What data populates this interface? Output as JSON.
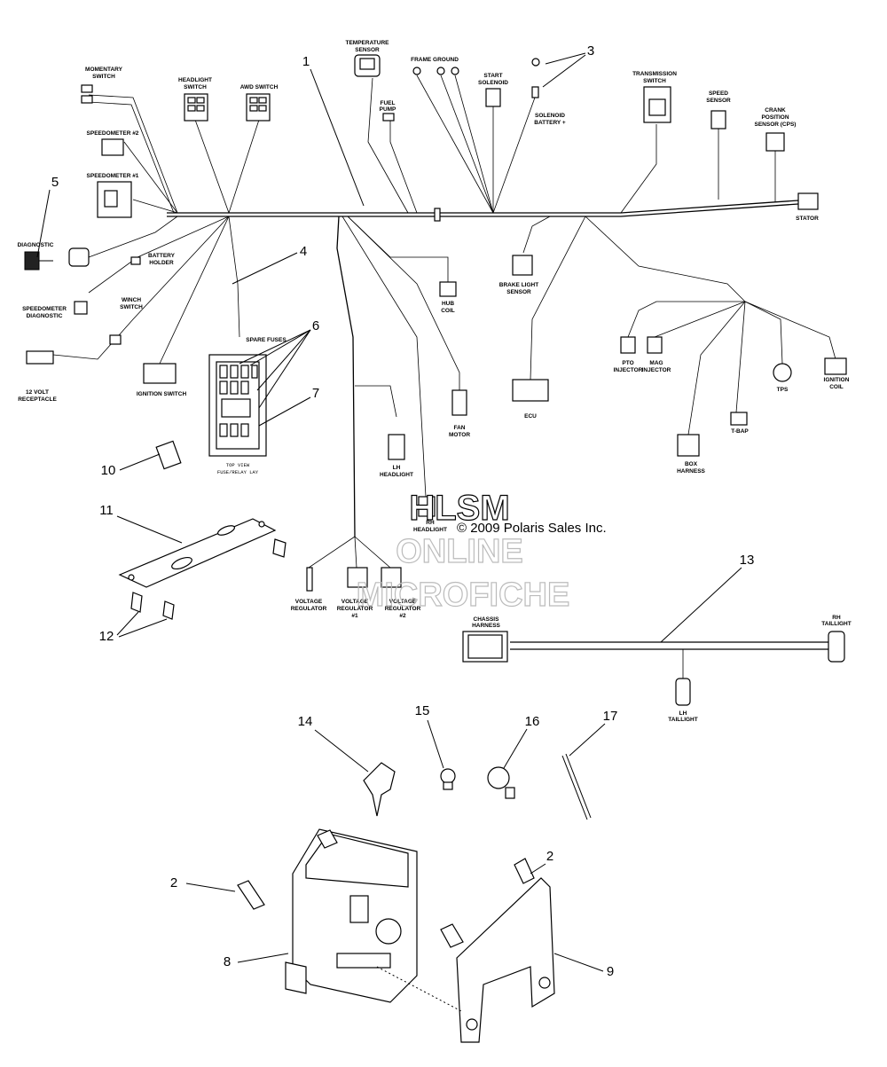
{
  "diagram": {
    "callouts": [
      "1",
      "2",
      "3",
      "4",
      "5",
      "6",
      "7",
      "8",
      "9",
      "10",
      "11",
      "12",
      "13",
      "14",
      "15",
      "16",
      "17"
    ],
    "labels": {
      "temperature_sensor": [
        "TEMPERATURE",
        "SENSOR"
      ],
      "frame_ground": "FRAME GROUND",
      "start_solenoid": [
        "START",
        "SOLENOID"
      ],
      "solenoid_battery": [
        "SOLENOID",
        "BATTERY +"
      ],
      "fuel_pump": [
        "FUEL",
        "PUMP"
      ],
      "momentary_switch": [
        "MOMENTARY",
        "SWITCH"
      ],
      "headlight_switch": [
        "HEADLIGHT",
        "SWITCH"
      ],
      "awd_switch": "AWD SWITCH",
      "speedometer_2": "SPEEDOMETER #2",
      "speedometer_1": "SPEEDOMETER #1",
      "diagnostic": "DIAGNOSTIC",
      "battery_holder": [
        "BATTERY",
        "HOLDER"
      ],
      "speedometer_diagnostic": [
        "SPEEDOMETER",
        "DIAGNOSTIC"
      ],
      "winch_switch": [
        "WINCH",
        "SWITCH"
      ],
      "twelve_volt": [
        "12 VOLT",
        "RECEPTACLE"
      ],
      "ignition_switch": "IGNITION SWITCH",
      "spare_fuses": "SPARE FUSES",
      "fuse_relay": [
        "TOP VIEW",
        "FUSE/RELAY LAY"
      ],
      "transmission_switch": [
        "TRANSMISSION",
        "SWITCH"
      ],
      "speed_sensor": [
        "SPEED",
        "SENSOR"
      ],
      "crank_sensor": [
        "CRANK",
        "POSITION",
        "SENSOR (CPS)"
      ],
      "stator": "STATOR",
      "brake_light_sensor": [
        "BRAKE LIGHT",
        "SENSOR"
      ],
      "hub_coil": [
        "HUB",
        "COIL"
      ],
      "fan_motor": [
        "FAN",
        "MOTOR"
      ],
      "ecu": "ECU",
      "pto_injector": [
        "PTO",
        "INJECTOR"
      ],
      "mag_injector": [
        "MAG",
        "INJECTOR"
      ],
      "tps": "TPS",
      "ignition_coil": [
        "IGNITION",
        "COIL"
      ],
      "tbap": "T-BAP",
      "box_harness": [
        "BOX",
        "HARNESS"
      ],
      "lh_headlight": [
        "LH",
        "HEADLIGHT"
      ],
      "rh_headlight": [
        "RH",
        "HEADLIGHT"
      ],
      "voltage_regulator": [
        "VOLTAGE",
        "REGULATOR"
      ],
      "voltage_regulator_1": [
        "VOLTAGE",
        "REGULATOR",
        "#1"
      ],
      "voltage_regulator_2": [
        "VOLTAGE",
        "REGULATOR",
        "#2"
      ],
      "chassis_harness": [
        "CHASSIS",
        "HARNESS"
      ],
      "rh_taillight": [
        "RH",
        "TAILLIGHT"
      ],
      "lh_taillight": [
        "LH",
        "TAILLIGHT"
      ]
    },
    "watermark": {
      "line1": "HLSM",
      "line2": "ONLINE",
      "line3": "MICROFICHE",
      "copyright": "© 2009 Polaris Sales Inc."
    }
  }
}
